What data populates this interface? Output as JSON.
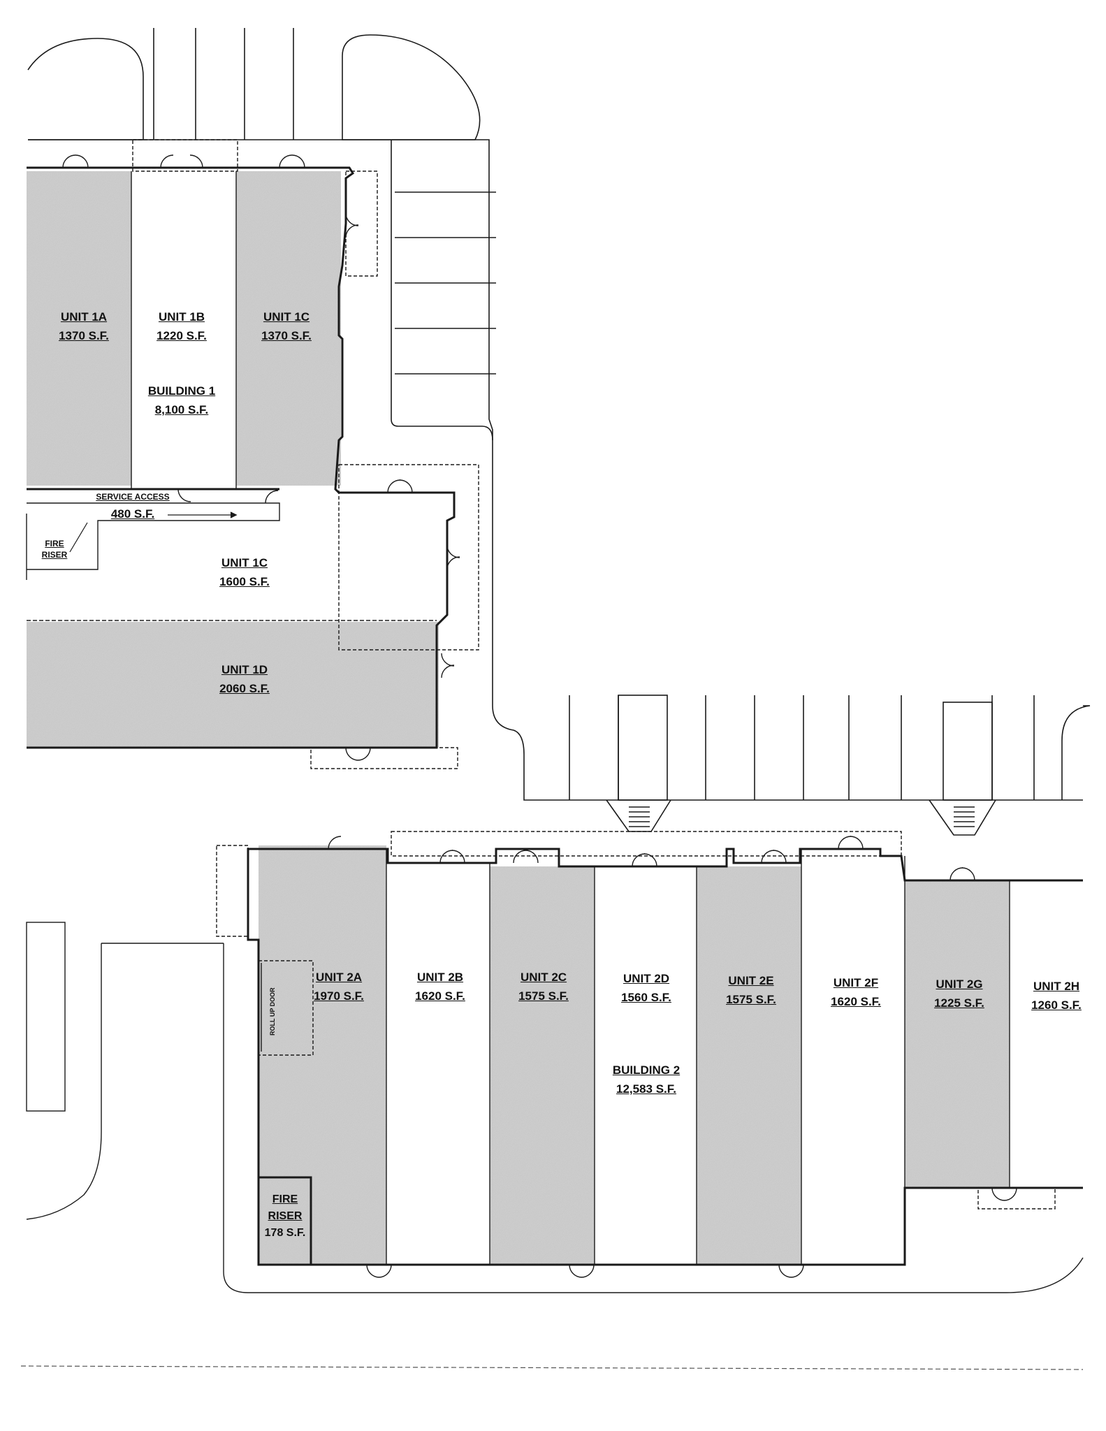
{
  "building1": {
    "title": "BUILDING 1",
    "area": "8,100 S.F.",
    "units": [
      {
        "name": "UNIT 1A",
        "area": "1370 S.F.",
        "shaded": true
      },
      {
        "name": "UNIT 1B",
        "area": "1220 S.F.",
        "shaded": false
      },
      {
        "name": "UNIT 1C",
        "area": "1370 S.F.",
        "shaded": true
      },
      {
        "name": "UNIT 1C",
        "area": "1600 S.F.",
        "shaded": false
      },
      {
        "name": "UNIT 1D",
        "area": "2060 S.F.",
        "shaded": true
      }
    ],
    "service_access": {
      "label": "SERVICE ACCESS",
      "area": "480 S.F."
    },
    "fire_riser": "FIRE RISER"
  },
  "building2": {
    "title": "BUILDING 2",
    "area": "12,583 S.F.",
    "units": [
      {
        "name": "UNIT 2A",
        "area": "1970 S.F.",
        "shaded": true
      },
      {
        "name": "UNIT 2B",
        "area": "1620 S.F.",
        "shaded": false
      },
      {
        "name": "UNIT 2C",
        "area": "1575 S.F.",
        "shaded": true
      },
      {
        "name": "UNIT 2D",
        "area": "1560 S.F.",
        "shaded": false
      },
      {
        "name": "UNIT 2E",
        "area": "1575 S.F.",
        "shaded": true
      },
      {
        "name": "UNIT 2F",
        "area": "1620 S.F.",
        "shaded": false
      },
      {
        "name": "UNIT 2G",
        "area": "1225 S.F.",
        "shaded": true
      },
      {
        "name": "UNIT 2H",
        "area": "1260 S.F.",
        "shaded": false
      }
    ],
    "roll_up_door": "ROLL UP DOOR",
    "fire_riser": {
      "label_line1": "FIRE",
      "label_line2": "RISER",
      "area": "178 S.F."
    }
  },
  "colors": {
    "shade": "#cdcdcd",
    "line": "#1a1a1a"
  }
}
